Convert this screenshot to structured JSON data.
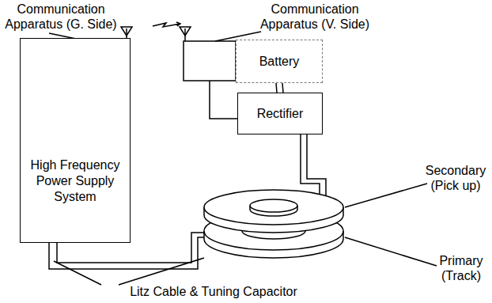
{
  "diagram": {
    "nodes": [
      {
        "text": [
          "High Frequency Power Supply System"
        ]
      },
      {
        "text": [
          "Battery"
        ]
      },
      {
        "text": [
          "Rectifier"
        ]
      }
    ],
    "edges": [
      {
        "from": 1,
        "to": 2,
        "arrow": "none"
      }
    ],
    "labels": [
      "Communication Apparatus (G. Side)",
      "Communication Apparatus (V. Side)",
      "Secondary (Pick up)",
      "Primary (Track)",
      "Litz Cable & Tuning Capacitor"
    ]
  }
}
